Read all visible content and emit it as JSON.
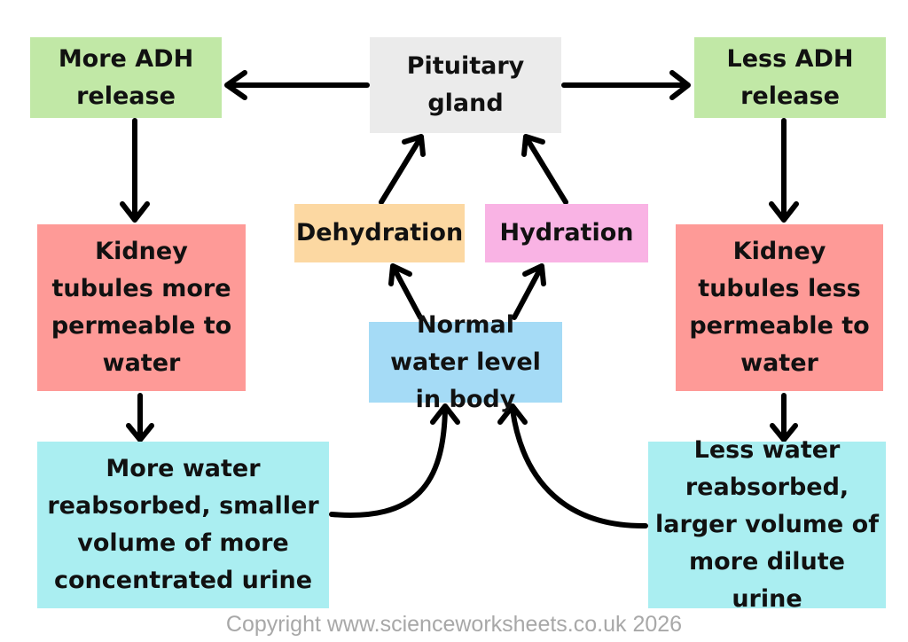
{
  "nodes": {
    "more_adh": {
      "text": "More ADH release",
      "color": "#c1e8a6"
    },
    "pituitary": {
      "text": "Pituitary gland",
      "color": "#ebebeb"
    },
    "less_adh": {
      "text": "Less ADH release",
      "color": "#c1e8a6"
    },
    "dehydration": {
      "text": "Dehydration",
      "color": "#fcd8a2"
    },
    "hydration": {
      "text": "Hydration",
      "color": "#f9b3e4"
    },
    "kidney_more": {
      "text": "Kidney tubules more permeable to water",
      "color": "#fe9a97"
    },
    "kidney_less": {
      "text": "Kidney tubules less permeable to water",
      "color": "#fe9a97"
    },
    "normal": {
      "text": "Normal water level in body",
      "color": "#a5dbf6"
    },
    "more_water": {
      "text": "More water reabsorbed, smaller volume of more concentrated urine",
      "color": "#aaeef1"
    },
    "less_water": {
      "text": "Less water reabsorbed, larger volume of more dilute urine",
      "color": "#aaeef1"
    }
  },
  "copyright": "Copyright www.scienceworksheets.co.uk 2026"
}
